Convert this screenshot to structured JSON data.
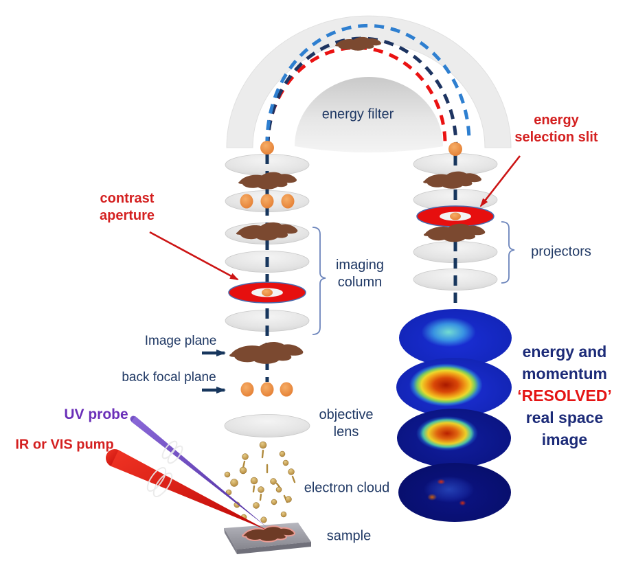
{
  "labels": {
    "energy_filter": "energy filter",
    "energy_selection_slit": {
      "line1": "energy",
      "line2": "selection slit"
    },
    "contrast_aperture": {
      "line1": "contrast",
      "line2": "aperture"
    },
    "imaging_column": {
      "line1": "imaging",
      "line2": "column"
    },
    "projectors": "projectors",
    "image_plane": "Image plane",
    "back_focal_plane": "back focal plane",
    "uv_probe": "UV probe",
    "ir_vis_pump": "IR or VIS pump",
    "objective_lens": {
      "line1": "objective",
      "line2": "lens"
    },
    "electron_cloud": "electron cloud",
    "sample": "sample"
  },
  "right_caption": {
    "lines": [
      "energy and",
      "momentum",
      "‘RESOLVED’",
      "real space",
      "image"
    ],
    "emphasis_line_index": 2,
    "emphasis_color": "#e41414",
    "text_color": "#1c2b78"
  },
  "colors": {
    "navy_text": "#1f3864",
    "red_text": "#d42020",
    "purple_text": "#6a2fb8",
    "trajectory_blue": "#2e7fd0",
    "trajectory_navy": "#1d3461",
    "trajectory_red": "#ea1212",
    "orange_marker": "#e8853c",
    "aperture_red": "#e60f0f",
    "lens_gray": "#e3e3e3",
    "sample_blob_brown": "#7b4930"
  }
}
